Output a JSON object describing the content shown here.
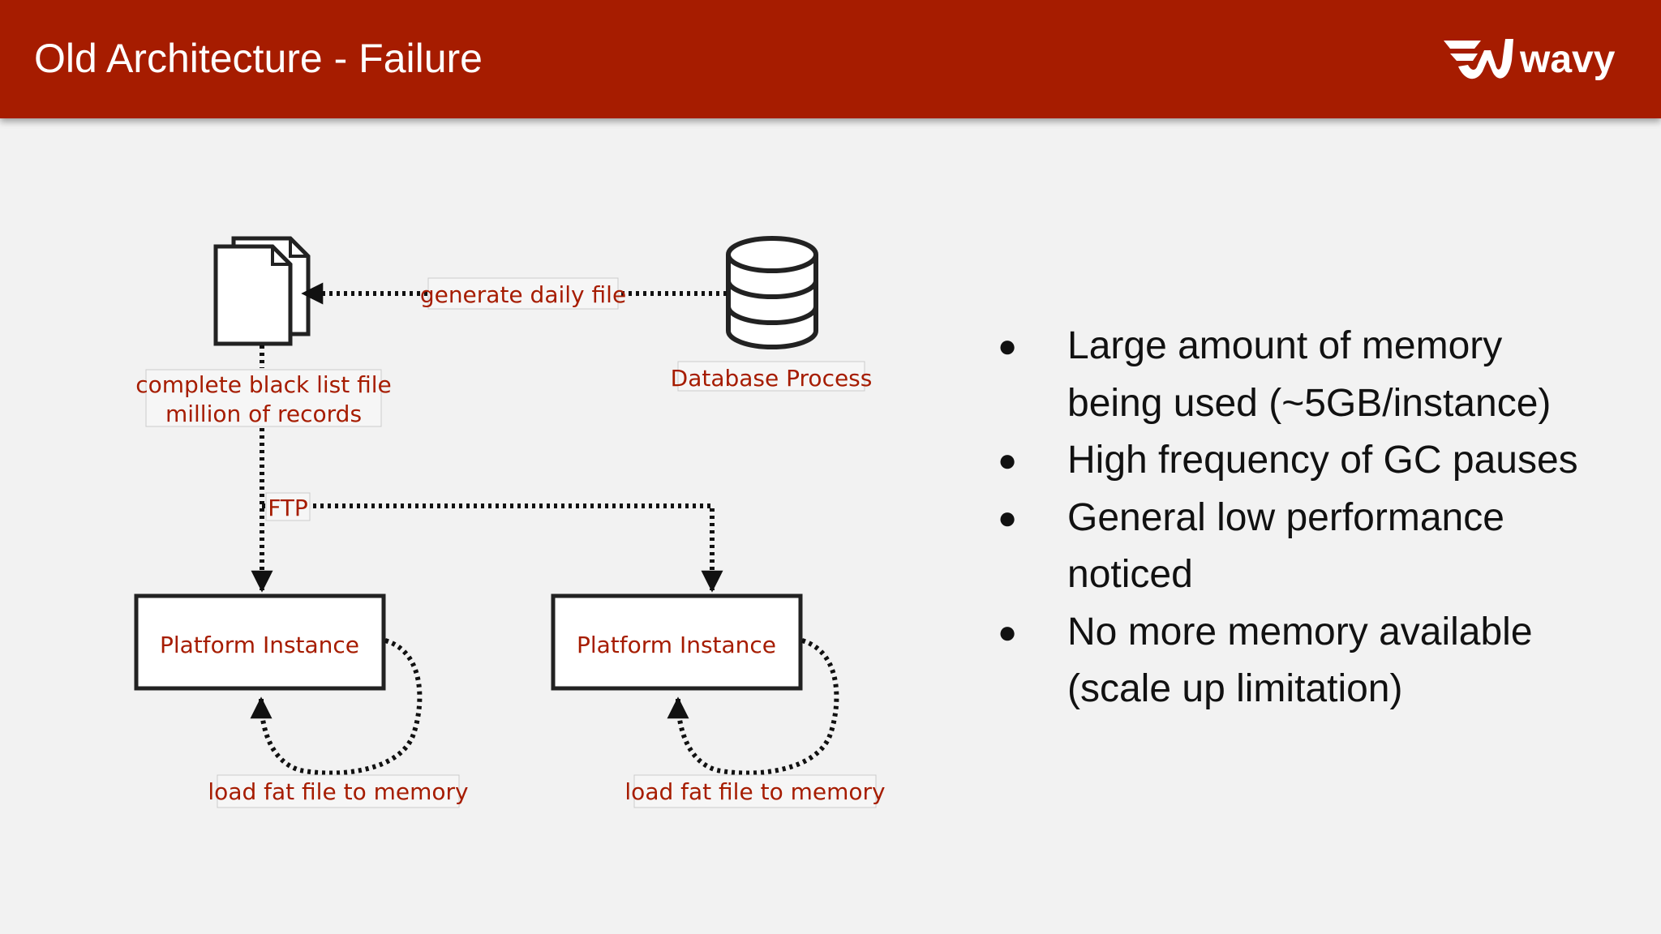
{
  "header": {
    "title": "Old Architecture - Failure",
    "logo_text": "wavy",
    "logo_icon": "wavy-logo-icon",
    "background_color": "#a61c00"
  },
  "diagram": {
    "accent_color": "#a61c00",
    "nodes": {
      "file_icon": "documents-icon",
      "database_icon": "database-icon",
      "file_label_line1": "complete black list file",
      "file_label_line2": "million of records",
      "database_label": "Database Process",
      "platform_instance_1": "Platform Instance",
      "platform_instance_2": "Platform Instance"
    },
    "edges": {
      "generate": "generate daily file",
      "ftp": "FTP",
      "load_1": "load fat file to memory",
      "load_2": "load fat file to memory"
    }
  },
  "bullets": [
    {
      "line1": "Large amount of memory",
      "line2": "being used (~5GB/instance)"
    },
    {
      "line1": "High frequency of GC pauses",
      "line2": ""
    },
    {
      "line1": "General low performance",
      "line2": "noticed"
    },
    {
      "line1": "No more memory available",
      "line2": "(scale up limitation)"
    }
  ],
  "bullet_symbol": "●"
}
